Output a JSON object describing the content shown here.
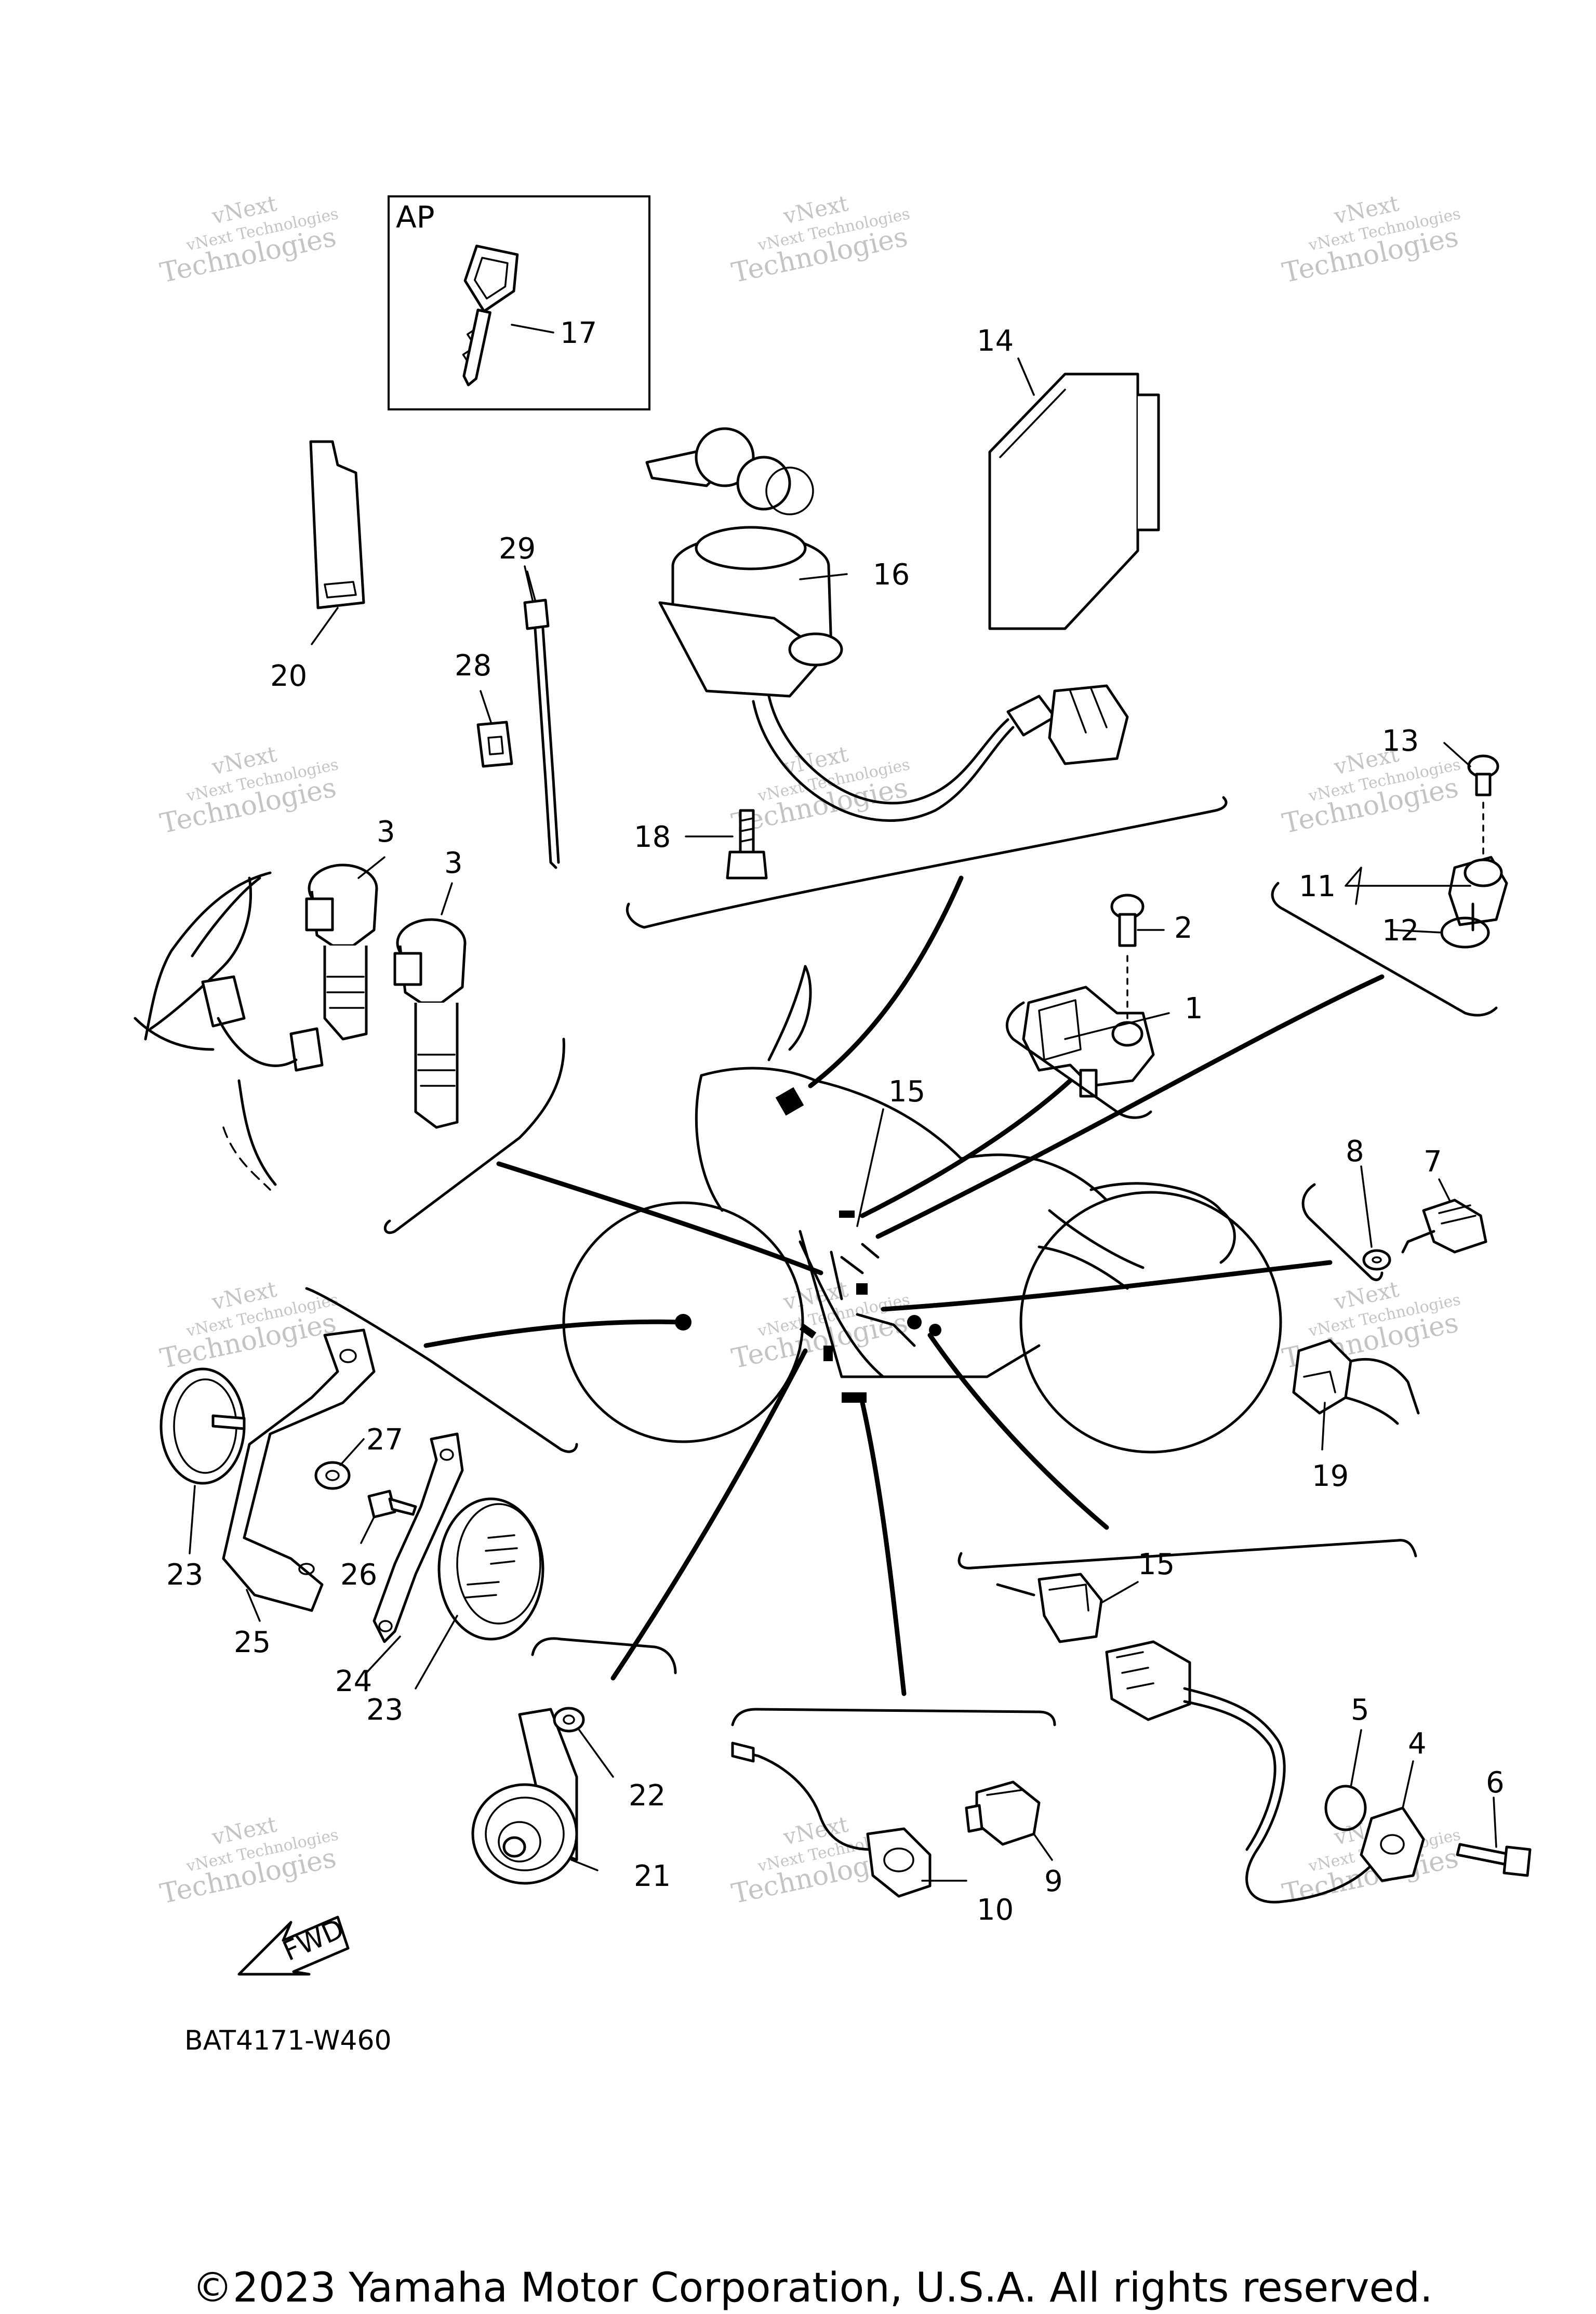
{
  "diagram": {
    "kit_label": "AP",
    "direction_label": "FWD",
    "diagram_code": "BAT4171-W460",
    "copyright": "©2023 Yamaha Motor Corporation, U.S.A. All rights reserved.",
    "watermark_line1": "vNext",
    "watermark_line2": "vNext Technologies",
    "watermark_line3": "Technologies",
    "callouts": [
      {
        "id": "c1",
        "label": "1"
      },
      {
        "id": "c2",
        "label": "2"
      },
      {
        "id": "c3a",
        "label": "3"
      },
      {
        "id": "c3b",
        "label": "3"
      },
      {
        "id": "c4",
        "label": "4"
      },
      {
        "id": "c5",
        "label": "5"
      },
      {
        "id": "c6",
        "label": "6"
      },
      {
        "id": "c7",
        "label": "7"
      },
      {
        "id": "c8",
        "label": "8"
      },
      {
        "id": "c9",
        "label": "9"
      },
      {
        "id": "c10",
        "label": "10"
      },
      {
        "id": "c11",
        "label": "11"
      },
      {
        "id": "c12",
        "label": "12"
      },
      {
        "id": "c13",
        "label": "13"
      },
      {
        "id": "c14",
        "label": "14"
      },
      {
        "id": "c15a",
        "label": "15"
      },
      {
        "id": "c15b",
        "label": "15"
      },
      {
        "id": "c16",
        "label": "16"
      },
      {
        "id": "c17",
        "label": "17"
      },
      {
        "id": "c18",
        "label": "18"
      },
      {
        "id": "c19",
        "label": "19"
      },
      {
        "id": "c20",
        "label": "20"
      },
      {
        "id": "c21",
        "label": "21"
      },
      {
        "id": "c22",
        "label": "22"
      },
      {
        "id": "c23a",
        "label": "23"
      },
      {
        "id": "c23b",
        "label": "23"
      },
      {
        "id": "c24",
        "label": "24"
      },
      {
        "id": "c25",
        "label": "25"
      },
      {
        "id": "c26",
        "label": "26"
      },
      {
        "id": "c27",
        "label": "27"
      },
      {
        "id": "c28",
        "label": "28"
      },
      {
        "id": "c29",
        "label": "29"
      }
    ]
  }
}
